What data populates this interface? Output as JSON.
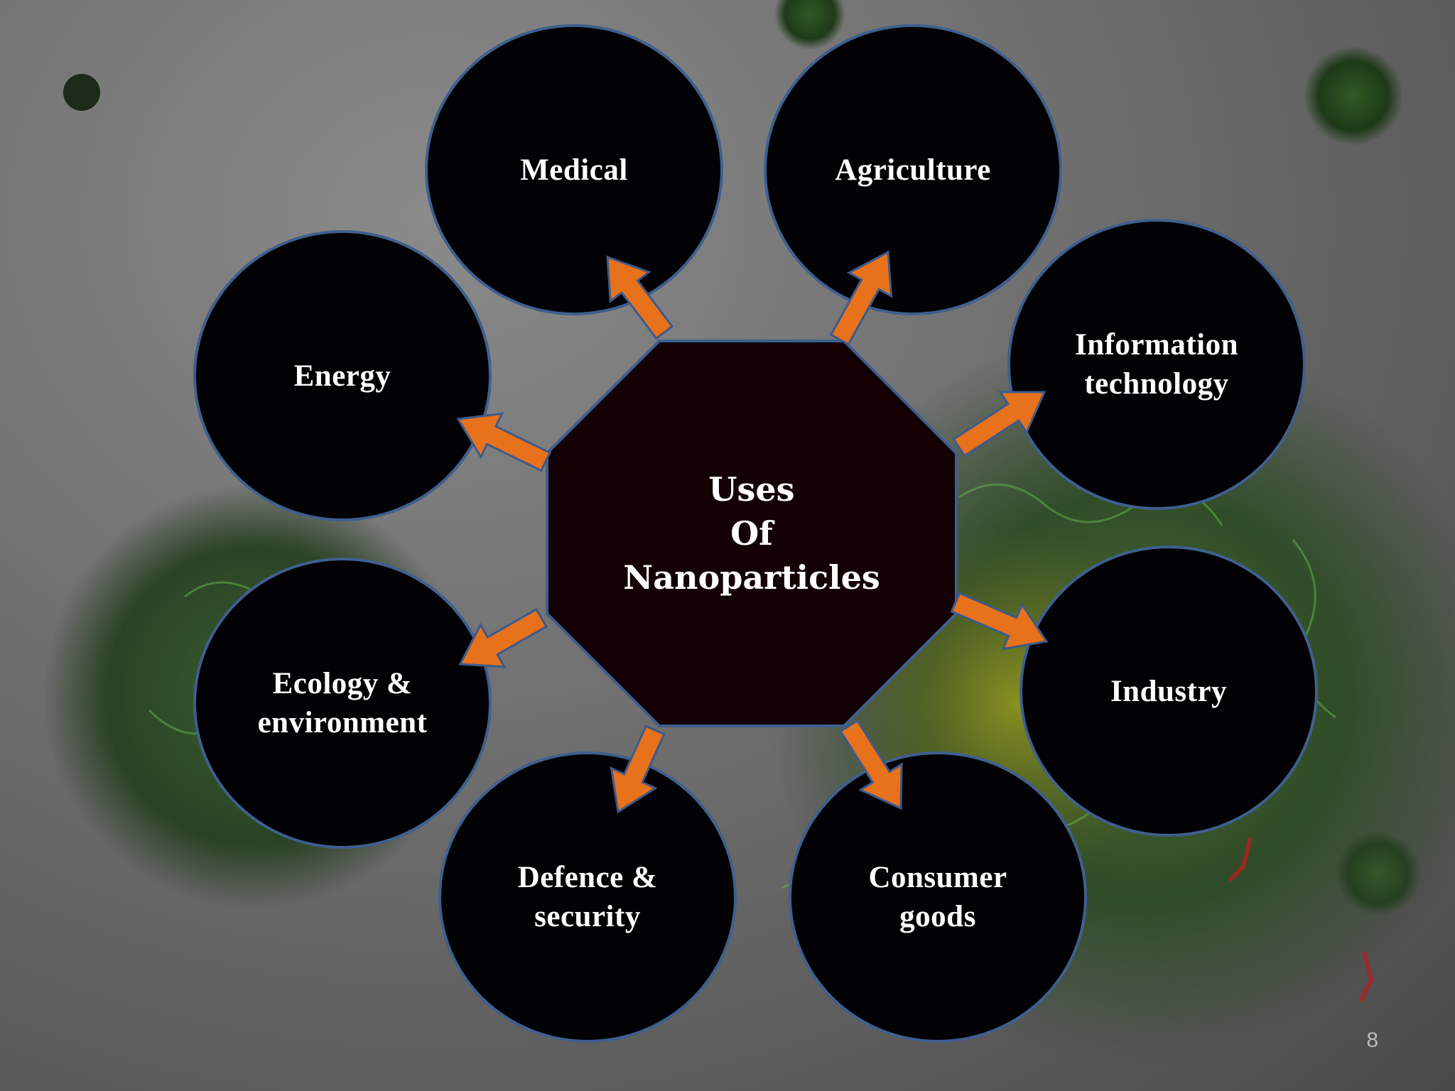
{
  "diagram": {
    "center_label": "Uses\nOf\nNanoparticles",
    "nodes": [
      {
        "id": "medical",
        "label": "Medical"
      },
      {
        "id": "agriculture",
        "label": "Agriculture"
      },
      {
        "id": "information-technology",
        "label": "Information\ntechnology"
      },
      {
        "id": "industry",
        "label": "Industry"
      },
      {
        "id": "consumer-goods",
        "label": "Consumer\ngoods"
      },
      {
        "id": "defence-security",
        "label": "Defence &\nsecurity"
      },
      {
        "id": "ecology-environment",
        "label": "Ecology &\nenvironment"
      },
      {
        "id": "energy",
        "label": "Energy"
      }
    ],
    "colors": {
      "node_fill": "#020204",
      "node_border": "#3f5f8f",
      "center_fill": "#140103",
      "arrow_fill": "#e8711c",
      "arrow_stroke": "#3d5a8a"
    }
  },
  "slide": {
    "page_number": "8"
  }
}
